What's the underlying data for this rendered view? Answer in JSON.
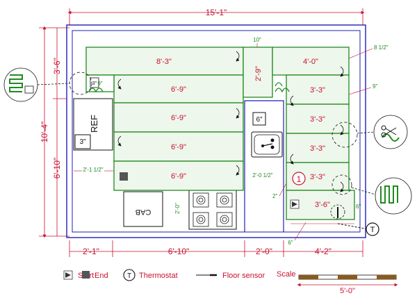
{
  "overall": {
    "width": "15'-1\"",
    "height": "10'-4\""
  },
  "left_dims": [
    "3'-6\"",
    "6'-10\""
  ],
  "bottom_dims": [
    "2'-1\"",
    "6'-10\"",
    "2'-0\"",
    "4'-2\""
  ],
  "runs": {
    "r1": "8'-3\"",
    "r2": "6'-9\"",
    "r3": "6'-9\"",
    "r4": "6'-9\"",
    "r5": "6'-9\"",
    "c1": "2'-9\"",
    "t1": "4'-0\"",
    "t2": "3'-3\"",
    "t3": "3'-3\"",
    "t4": "3'-3\"",
    "t5": "3'-3\"",
    "t6": "3'-6\""
  },
  "gap_labels": {
    "g10": "10\"",
    "g8": "8 1/2\"",
    "g9r": "9\"",
    "g9l": "9\"",
    "g212": "2'-1 1/2\"",
    "g20h": "2'-0 1/2\"",
    "g20v": "2'-0\"",
    "g2": "2\"",
    "g6r": "6\"",
    "g6b": "6\""
  },
  "boxes": {
    "b3a": "3\"",
    "b3b": "3\"",
    "b6": "6\""
  },
  "fixtures": {
    "ref": "REF",
    "cab": "CAB",
    "start_num": "1"
  },
  "legend": {
    "start": "Start",
    "end": "End",
    "thermostat": "Thermostat",
    "thermostat_glyph": "T",
    "sensor": "Floor sensor",
    "scale": "Scale",
    "scale_len": "5'-0\""
  },
  "colors": {
    "wall": "#1f1fb5",
    "dimension": "#c8102e",
    "heating": "#1f8a1f",
    "fixture": "#111111"
  }
}
